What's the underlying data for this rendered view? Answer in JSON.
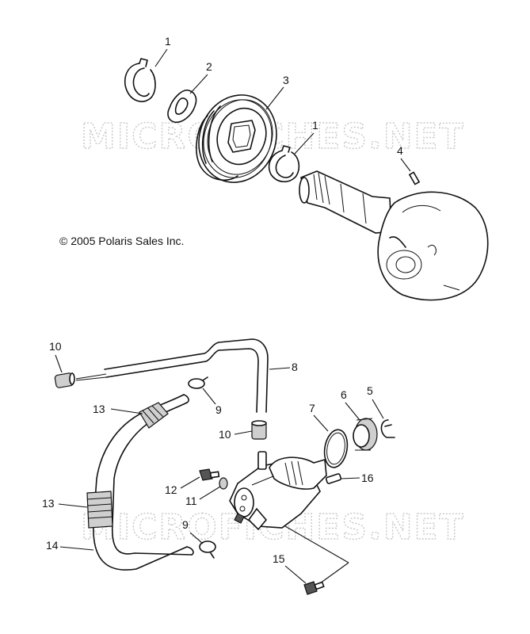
{
  "diagram": {
    "copyright": "© 2005 Polaris Sales Inc.",
    "watermark": "MICROFICHES.NET",
    "callouts": [
      "1",
      "2",
      "3",
      "1",
      "4",
      "10",
      "8",
      "9",
      "13",
      "10",
      "7",
      "6",
      "5",
      "12",
      "11",
      "16",
      "13",
      "9",
      "14",
      "15"
    ]
  }
}
